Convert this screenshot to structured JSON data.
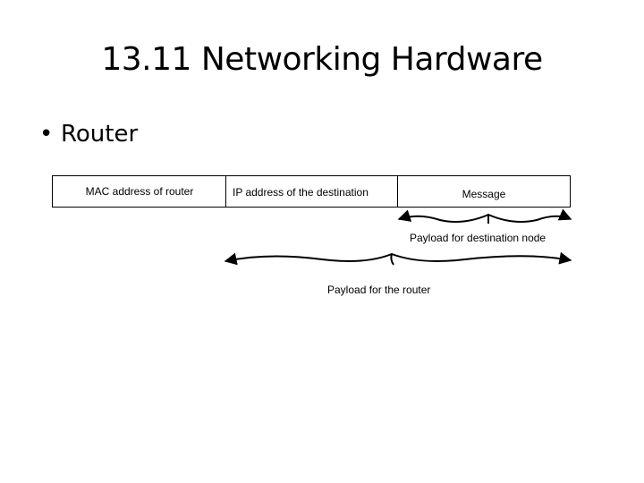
{
  "slide": {
    "title": "13.11 Networking Hardware",
    "bullets": [
      {
        "symbol": "•",
        "text": "Router"
      }
    ]
  },
  "diagram": {
    "fields": [
      {
        "label": "MAC address of router"
      },
      {
        "label": "IP address of the destination"
      },
      {
        "label": "Message"
      }
    ],
    "braces": [
      {
        "label": "Payload for destination node"
      },
      {
        "label": "Payload for the router"
      }
    ]
  }
}
